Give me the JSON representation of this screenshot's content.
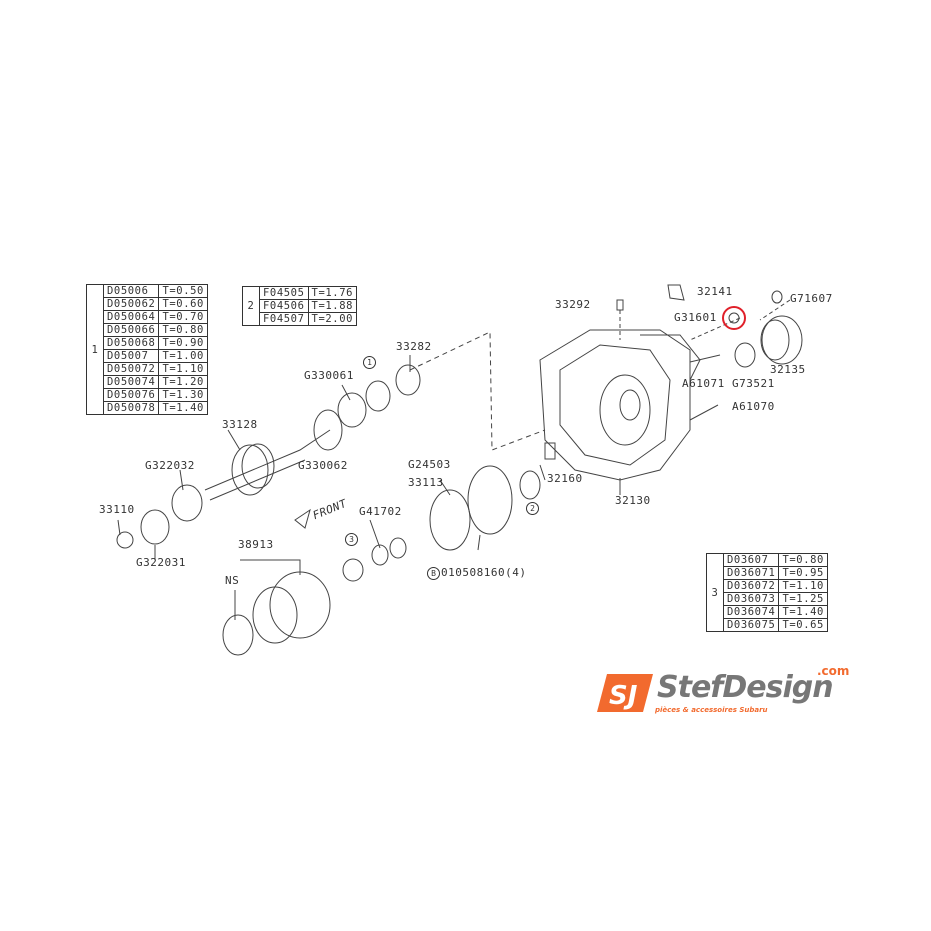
{
  "table1": {
    "ref": "1",
    "rows": [
      {
        "part": "D05006",
        "t": "T=0.50"
      },
      {
        "part": "D050062",
        "t": "T=0.60"
      },
      {
        "part": "D050064",
        "t": "T=0.70"
      },
      {
        "part": "D050066",
        "t": "T=0.80"
      },
      {
        "part": "D050068",
        "t": "T=0.90"
      },
      {
        "part": "D05007",
        "t": "T=1.00"
      },
      {
        "part": "D050072",
        "t": "T=1.10"
      },
      {
        "part": "D050074",
        "t": "T=1.20"
      },
      {
        "part": "D050076",
        "t": "T=1.30"
      },
      {
        "part": "D050078",
        "t": "T=1.40"
      }
    ]
  },
  "table2": {
    "ref": "2",
    "rows": [
      {
        "part": "F04505",
        "t": "T=1.76"
      },
      {
        "part": "F04506",
        "t": "T=1.88"
      },
      {
        "part": "F04507",
        "t": "T=2.00"
      }
    ]
  },
  "table3": {
    "ref": "3",
    "rows": [
      {
        "part": "D03607",
        "t": "T=0.80"
      },
      {
        "part": "D036071",
        "t": "T=0.95"
      },
      {
        "part": "D036072",
        "t": "T=1.10"
      },
      {
        "part": "D036073",
        "t": "T=1.25"
      },
      {
        "part": "D036074",
        "t": "T=1.40"
      },
      {
        "part": "D036075",
        "t": "T=0.65"
      }
    ]
  },
  "labels": {
    "p33292": "33292",
    "p32141": "32141",
    "pG71607": "G71607",
    "pG31601": "G31601",
    "p32135": "32135",
    "pA61071": "A61071",
    "pG73521": "G73521",
    "pA61070": "A61070",
    "p33282": "33282",
    "pG330061": "G330061",
    "p33128": "33128",
    "pG330062": "G330062",
    "pG322032": "G322032",
    "pG24503": "G24503",
    "p33113": "33113",
    "p32160": "32160",
    "p32130": "32130",
    "p33110": "33110",
    "pG322031": "G322031",
    "front": "FRONT",
    "pG41702": "G41702",
    "p38913": "38913",
    "ns": "NS",
    "b": "B",
    "p010508160": "010508160(4)"
  },
  "circles": {
    "c1": "1",
    "c2": "2",
    "c3": "3"
  },
  "highlight_color": "#e0202a",
  "logo": {
    "text": "StefDesign",
    "domain": ".com",
    "tagline": "pièces & accessoires Subaru",
    "brand_color": "#f26a2e"
  }
}
